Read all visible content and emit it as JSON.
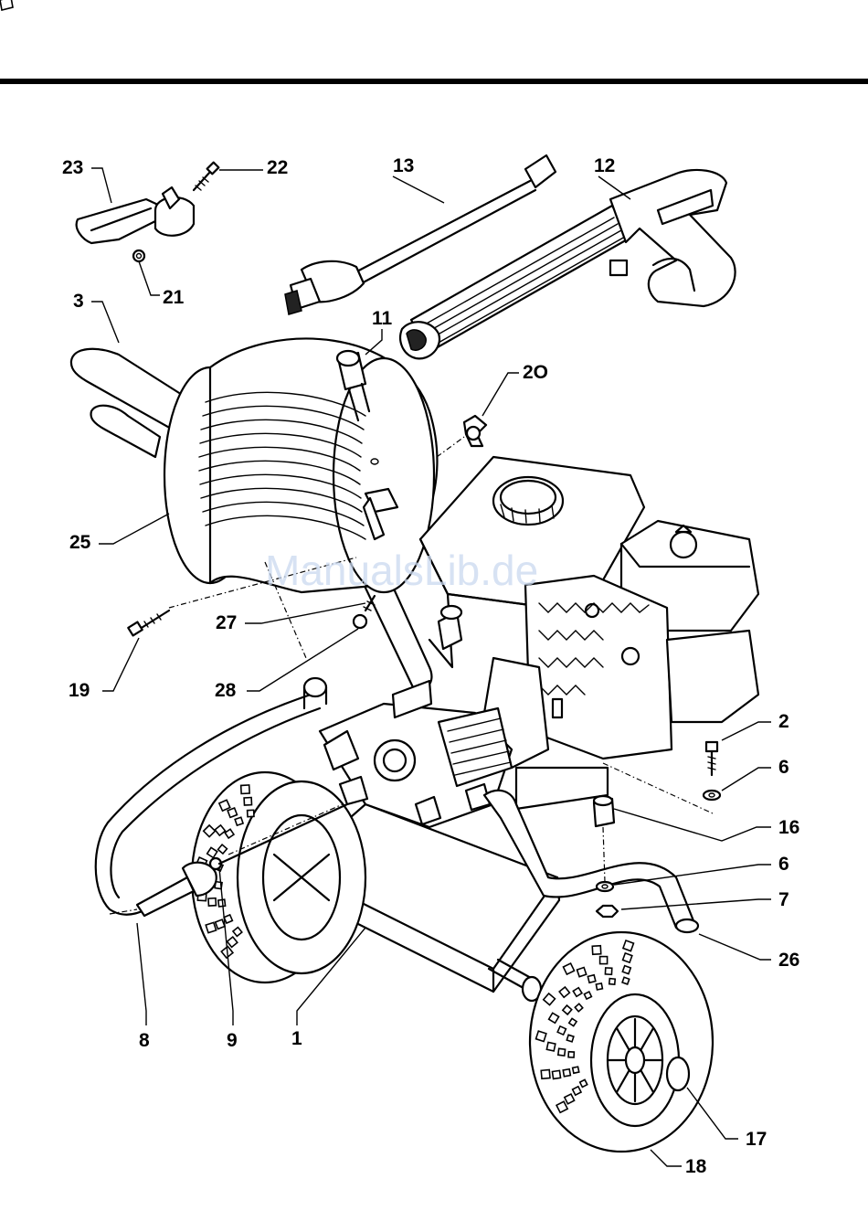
{
  "callouts": [
    {
      "id": "23",
      "text": "23"
    },
    {
      "id": "22",
      "text": "22"
    },
    {
      "id": "13",
      "text": "13"
    },
    {
      "id": "12",
      "text": "12"
    },
    {
      "id": "21",
      "text": "21"
    },
    {
      "id": "3",
      "text": "3"
    },
    {
      "id": "11",
      "text": "11"
    },
    {
      "id": "20",
      "text": "2O"
    },
    {
      "id": "25",
      "text": "25"
    },
    {
      "id": "27",
      "text": "27"
    },
    {
      "id": "19",
      "text": "19"
    },
    {
      "id": "28",
      "text": "28"
    },
    {
      "id": "2",
      "text": "2"
    },
    {
      "id": "6a",
      "text": "6"
    },
    {
      "id": "16",
      "text": "16"
    },
    {
      "id": "6b",
      "text": "6"
    },
    {
      "id": "7",
      "text": "7"
    },
    {
      "id": "26",
      "text": "26"
    },
    {
      "id": "8",
      "text": "8"
    },
    {
      "id": "9",
      "text": "9"
    },
    {
      "id": "1",
      "text": "1"
    },
    {
      "id": "17",
      "text": "17"
    },
    {
      "id": "18",
      "text": "18"
    }
  ],
  "watermark": "ManualsLib.de"
}
